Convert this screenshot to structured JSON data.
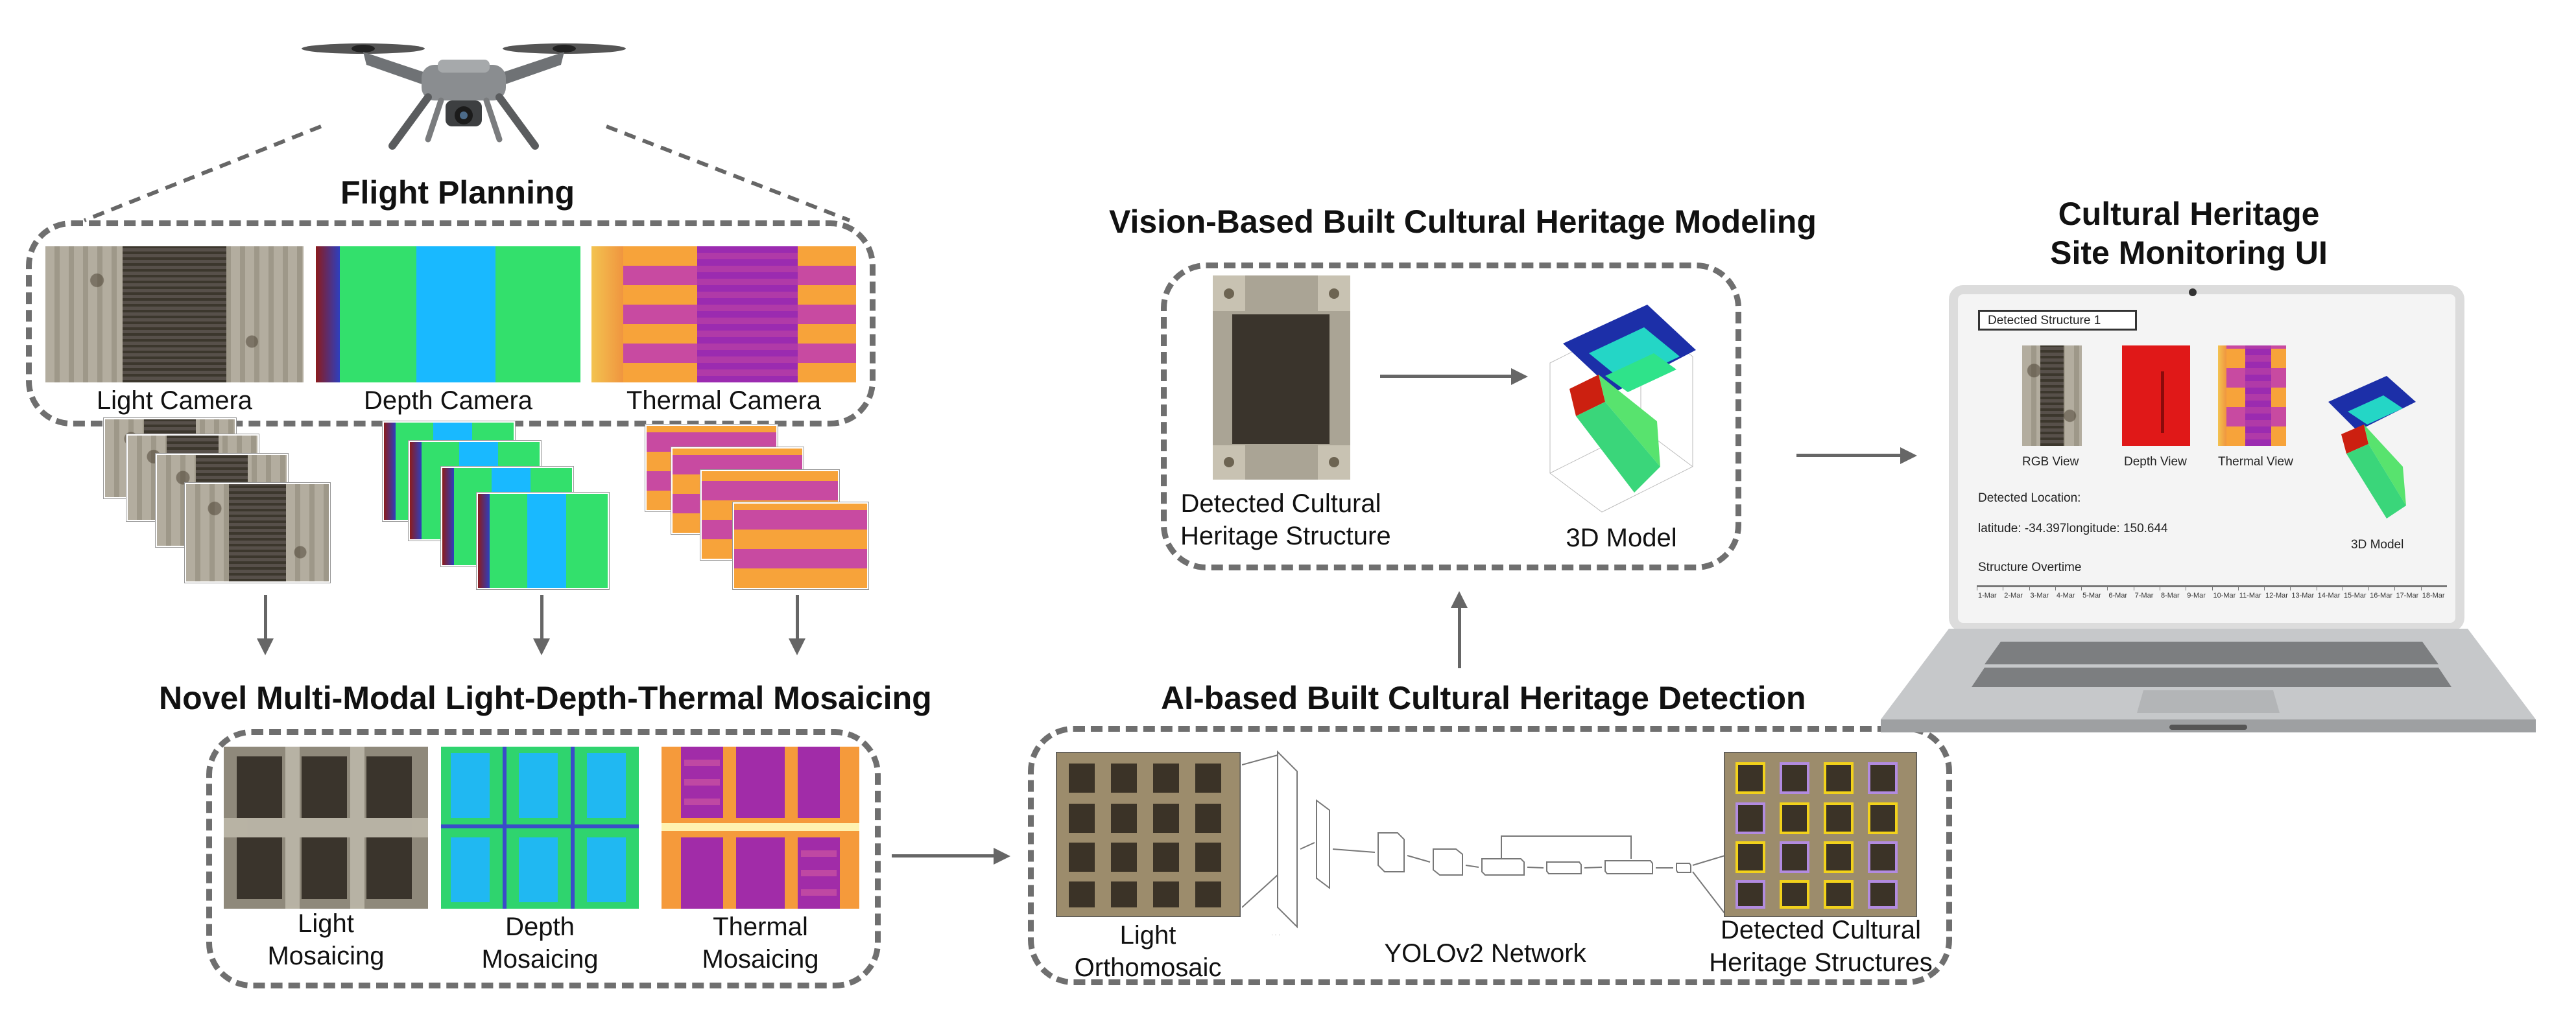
{
  "titles": {
    "flight_planning": "Flight Planning",
    "mosaicing": "Novel Multi-Modal Light-Depth-Thermal Mosaicing",
    "modeling": "Vision-Based Built Cultural Heritage Modeling",
    "detection": "AI-based Built Cultural Heritage Detection",
    "ui_line1": "Cultural Heritage",
    "ui_line2": "Site Monitoring UI"
  },
  "cameras": {
    "light": "Light Camera",
    "depth": "Depth Camera",
    "thermal": "Thermal Camera"
  },
  "mosaics": {
    "light_1": "Light",
    "light_2": "Mosaicing",
    "depth_1": "Depth",
    "depth_2": "Mosaicing",
    "thermal_1": "Thermal",
    "thermal_2": "Mosaicing"
  },
  "modeling": {
    "structure_1": "Detected Cultural",
    "structure_2": "Heritage Structure",
    "model": "3D Model"
  },
  "detection": {
    "ortho_1": "Light",
    "ortho_2": "Orthomosaic",
    "network": "YOLOv2 Network",
    "detected_1": "Detected Cultural",
    "detected_2": "Heritage Structures"
  },
  "monitor_ui": {
    "header": "Detected Structure 1",
    "rgb": "RGB View",
    "depth": "Depth View",
    "thermal": "Thermal View",
    "model": "3D Model",
    "location_label": "Detected Location:",
    "location_value": "latitude: -34.397longitude: 150.644",
    "overtime": "Structure Overtime",
    "timeline": [
      "1-Mar",
      "2-Mar",
      "3-Mar",
      "4-Mar",
      "5-Mar",
      "6-Mar",
      "7-Mar",
      "8-Mar",
      "9-Mar",
      "10-Mar",
      "11-Mar",
      "12-Mar",
      "13-Mar",
      "14-Mar",
      "15-Mar",
      "16-Mar",
      "17-Mar",
      "18-Mar"
    ]
  },
  "colors": {
    "dash_border": "#6f6f6f",
    "depth_green": "#33e06c",
    "depth_blue": "#19b9ff",
    "thermal_magenta": "#9b2bb0",
    "thermal_orange": "#f7a33a",
    "detect_yellow": "#f2d21b"
  },
  "icons": {
    "drone": "drone-icon",
    "laptop": "laptop-icon"
  }
}
